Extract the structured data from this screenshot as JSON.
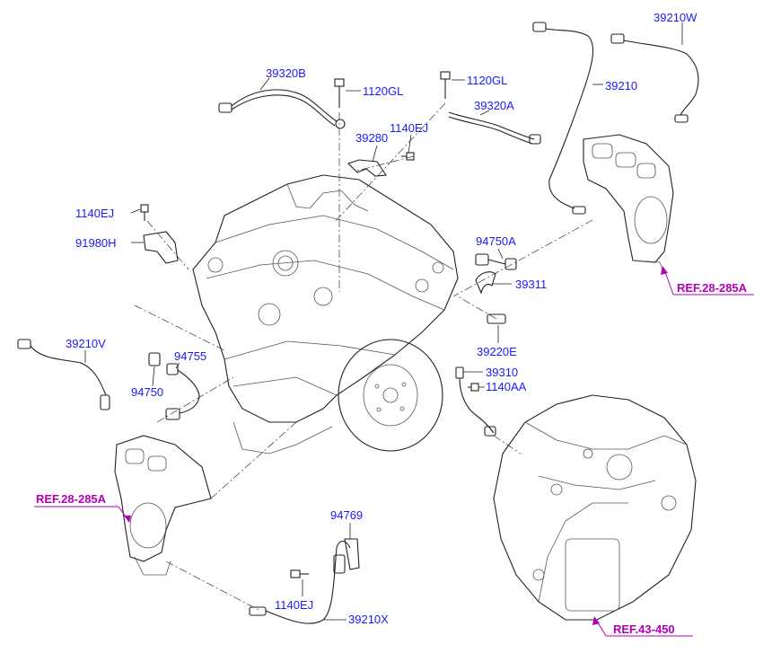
{
  "labels": {
    "p39320B": "39320B",
    "p1120GL_a": "1120GL",
    "p1120GL_b": "1120GL",
    "p39320A": "39320A",
    "p1140EJ_a": "1140EJ",
    "p39280": "39280",
    "p39210": "39210",
    "p39210W": "39210W",
    "p1140EJ_b": "1140EJ",
    "p91980H": "91980H",
    "p94750A": "94750A",
    "p39311": "39311",
    "p39220E": "39220E",
    "p39210V": "39210V",
    "p94755": "94755",
    "p94750": "94750",
    "p39310": "39310",
    "p1140AA": "1140AA",
    "p94769": "94769",
    "p1140EJ_c": "1140EJ",
    "p39210X": "39210X"
  },
  "refs": {
    "ref_manifold_right": "REF.28-285A",
    "ref_manifold_left": "REF.28-285A",
    "ref_transaxle": "REF.43-450"
  },
  "colors": {
    "label": "#1a1aff",
    "reference": "#b400b4",
    "line": "#222222"
  }
}
